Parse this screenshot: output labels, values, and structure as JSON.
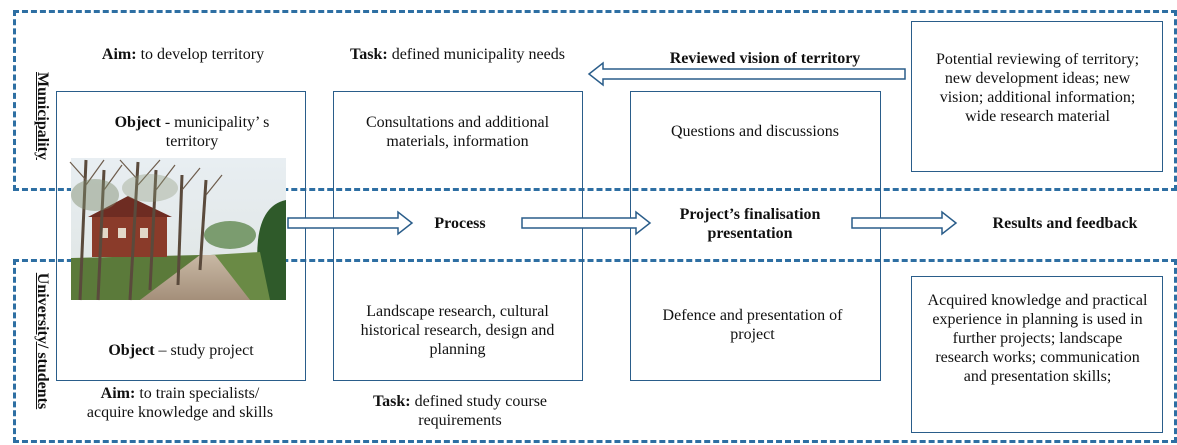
{
  "bands": {
    "municipality_label": "Municipality",
    "university_label": "University/ students"
  },
  "top": {
    "aim_label": "Aim:",
    "aim_text": "to develop territory",
    "object_label": "Object",
    "object_text": "- municipality’ s territory",
    "task_label": "Task:",
    "task_text": "defined municipality needs",
    "consultations_text": "Consultations and additional materials, information",
    "questions_text": "Questions and discussions",
    "reviewed_vision": "Reviewed vision of territory",
    "potential_text": "Potential reviewing of territory; new development ideas; new vision; additional information; wide research material"
  },
  "middle": {
    "process": "Process",
    "finalisation": "Project’s  finalisation presentation",
    "results": "Results and feedback"
  },
  "bottom": {
    "object_label": "Object",
    "object_text": "– study project",
    "aim_label": "Aim:",
    "aim_text": "to train specialists/ acquire knowledge and skills",
    "landscape_text": "Landscape research, cultural historical research, design and planning",
    "task_label": "Task:",
    "task_text": "defined study course requirements",
    "defence_text": "Defence and presentation of project",
    "acquired_text": "Acquired knowledge and practical experience in planning is used in further projects; landscape research works; communication and presentation skills;"
  },
  "colors": {
    "border": "#2a5d8a",
    "dash": "#2e6fa3"
  },
  "icons": {
    "photo": "tree-lined-country-road-photo"
  }
}
